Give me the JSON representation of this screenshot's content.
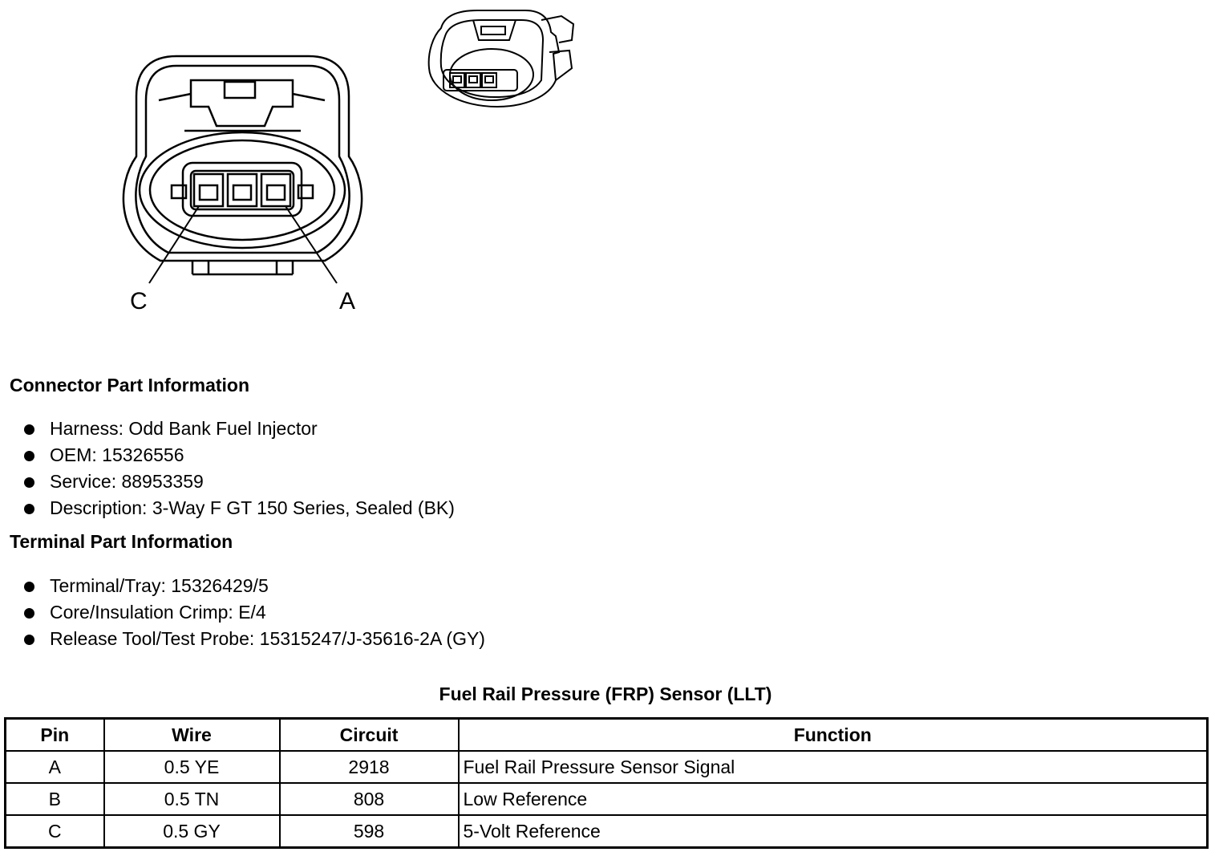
{
  "diagram": {
    "pin_labels": {
      "left": "C",
      "right": "A"
    }
  },
  "connector_info": {
    "title": "Connector Part Information",
    "items": [
      "Harness: Odd Bank Fuel Injector",
      "OEM: 15326556",
      "Service: 88953359",
      "Description: 3-Way F GT 150 Series, Sealed (BK)"
    ]
  },
  "terminal_info": {
    "title": "Terminal Part Information",
    "items": [
      "Terminal/Tray: 15326429/5",
      "Core/Insulation Crimp: E/4",
      "Release Tool/Test Probe: 15315247/J-35616-2A (GY)"
    ]
  },
  "pin_table": {
    "title": "Fuel Rail Pressure (FRP) Sensor (LLT)",
    "headers": [
      "Pin",
      "Wire",
      "Circuit",
      "Function"
    ],
    "rows": [
      [
        "A",
        "0.5 YE",
        "2918",
        "Fuel Rail Pressure Sensor Signal"
      ],
      [
        "B",
        "0.5 TN",
        "808",
        "Low Reference"
      ],
      [
        "C",
        "0.5 GY",
        "598",
        "5-Volt Reference"
      ]
    ]
  }
}
